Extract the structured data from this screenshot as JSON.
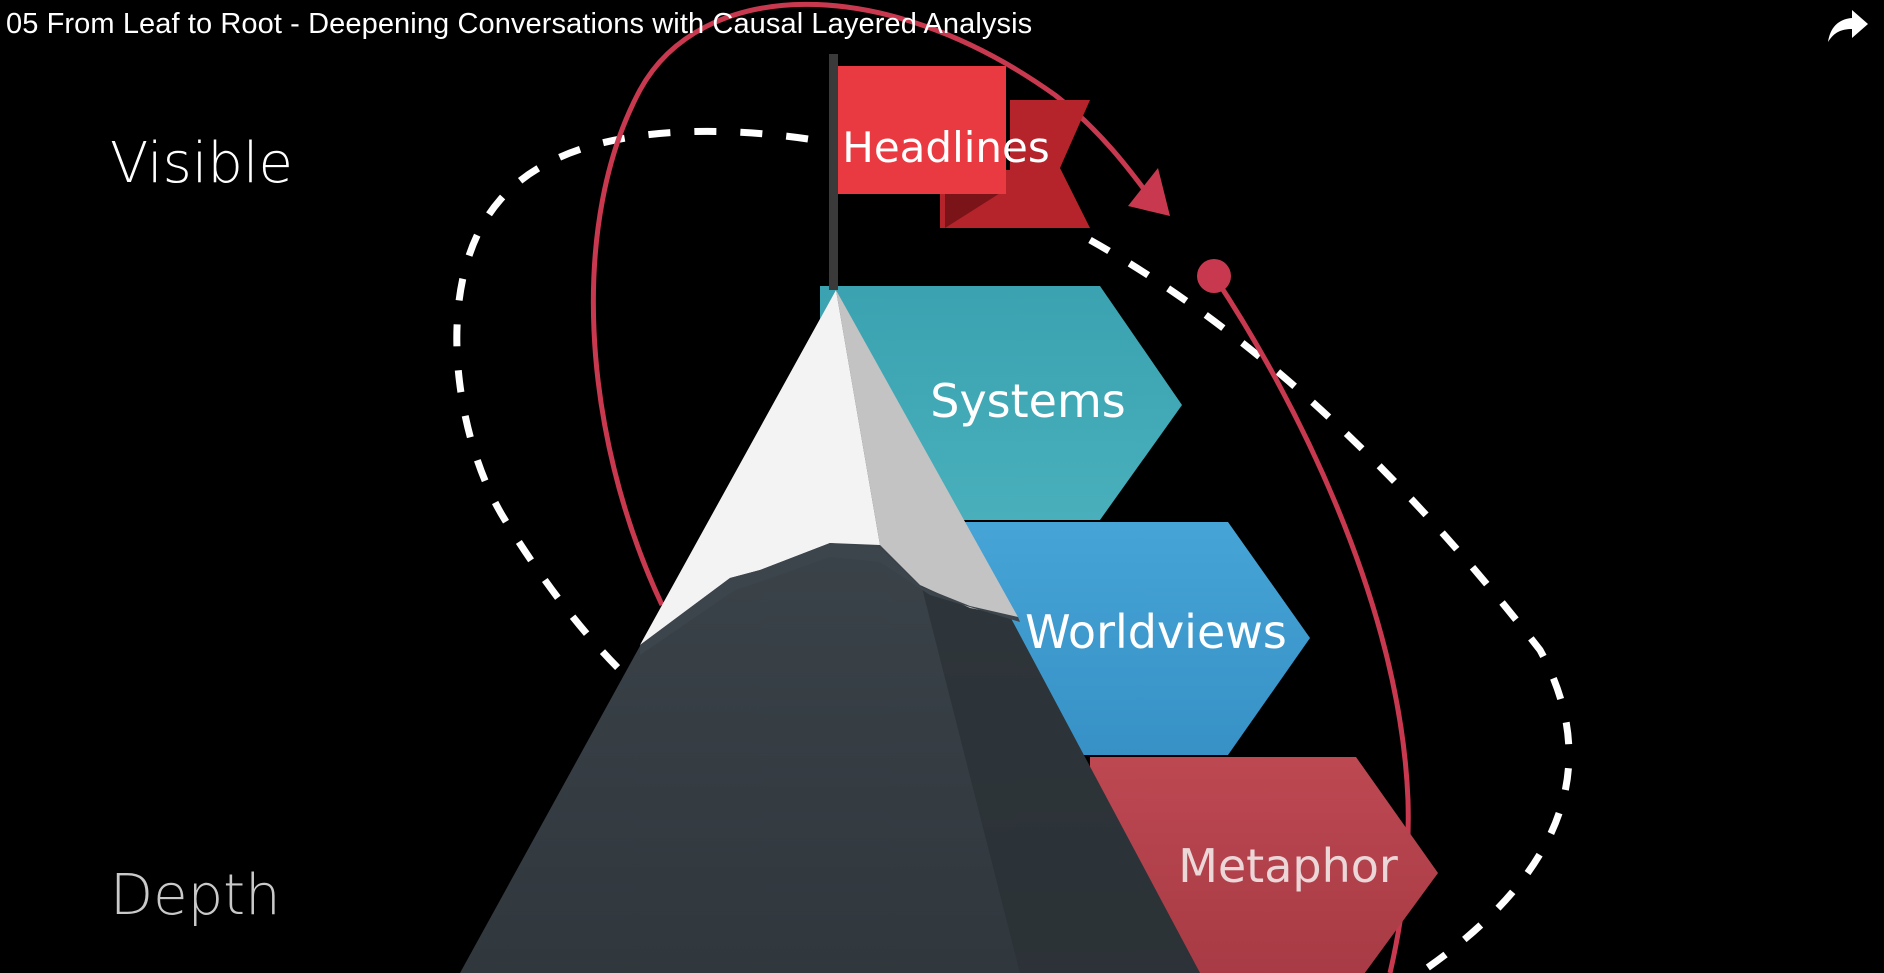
{
  "video": {
    "title": "05 From Leaf to Root - Deepening Conversations with Causal Layered Analysis",
    "share_icon": "share-arrow-icon"
  },
  "diagram": {
    "side_labels": {
      "top": "Visible",
      "bottom": "Depth"
    },
    "layers": [
      {
        "label": "Headlines",
        "color": "#e8333a"
      },
      {
        "label": "Systems",
        "color": "#3fa6b3"
      },
      {
        "label": "Worldviews",
        "color": "#3c9bd0"
      },
      {
        "label": "Metaphor",
        "color": "#b5454e"
      }
    ],
    "colors": {
      "background": "#000000",
      "mountain_dark": "#3a4147",
      "snow": "#f2f2f2",
      "flagpole": "#3a3a3a",
      "loop_arrow": "#c8394f",
      "dashed_loop": "#ffffff"
    }
  }
}
